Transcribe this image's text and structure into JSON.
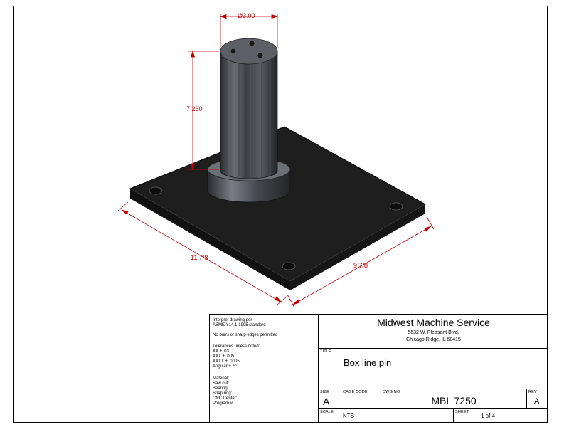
{
  "dimensions": {
    "diameter": "Ø3.00",
    "height": "7.250",
    "length": "11 7/8",
    "width": "9 7/8"
  },
  "notes": {
    "interpret_1": "Interpret drawing per",
    "interpret_2": "ASME Y14.1-1995 standard",
    "burrs": "No burrs or sharp edges permitted",
    "tol_head": "Tolerances unless noted:",
    "tol_xx": "XX ± .03",
    "tol_xxx": "XXX ± .005",
    "tol_xxxx": "XXXX ± .0005",
    "tol_ang": "Angular ± .5°",
    "material": "Material:",
    "saw_cut": "Saw cut:",
    "bearing": "Bearing:",
    "snap_ring": "Snap ring:",
    "cnc_center": "CNC Center:",
    "program": "Program #"
  },
  "company": {
    "name": "Midwest Machine Service",
    "address1": "5632 W. Pleasant Blvd.",
    "address2": "Chicago Ridge, IL 60415"
  },
  "title_block": {
    "title_label": "TITLE",
    "title": "Box line pin",
    "size_label": "SIZE",
    "size": "A",
    "cage_label": "CAGE CODE",
    "cage": "",
    "dwg_label": "DWG NO",
    "dwg": "MBL 7250",
    "rev_label": "REV",
    "rev": "A",
    "scale_label": "SCALE",
    "scale": "NTS",
    "sheet_label": "SHEET",
    "sheet": "1 of 4"
  },
  "colors": {
    "dimension": "#c00000",
    "plate": "#1c1c1c",
    "pin": "#3a3d42"
  }
}
